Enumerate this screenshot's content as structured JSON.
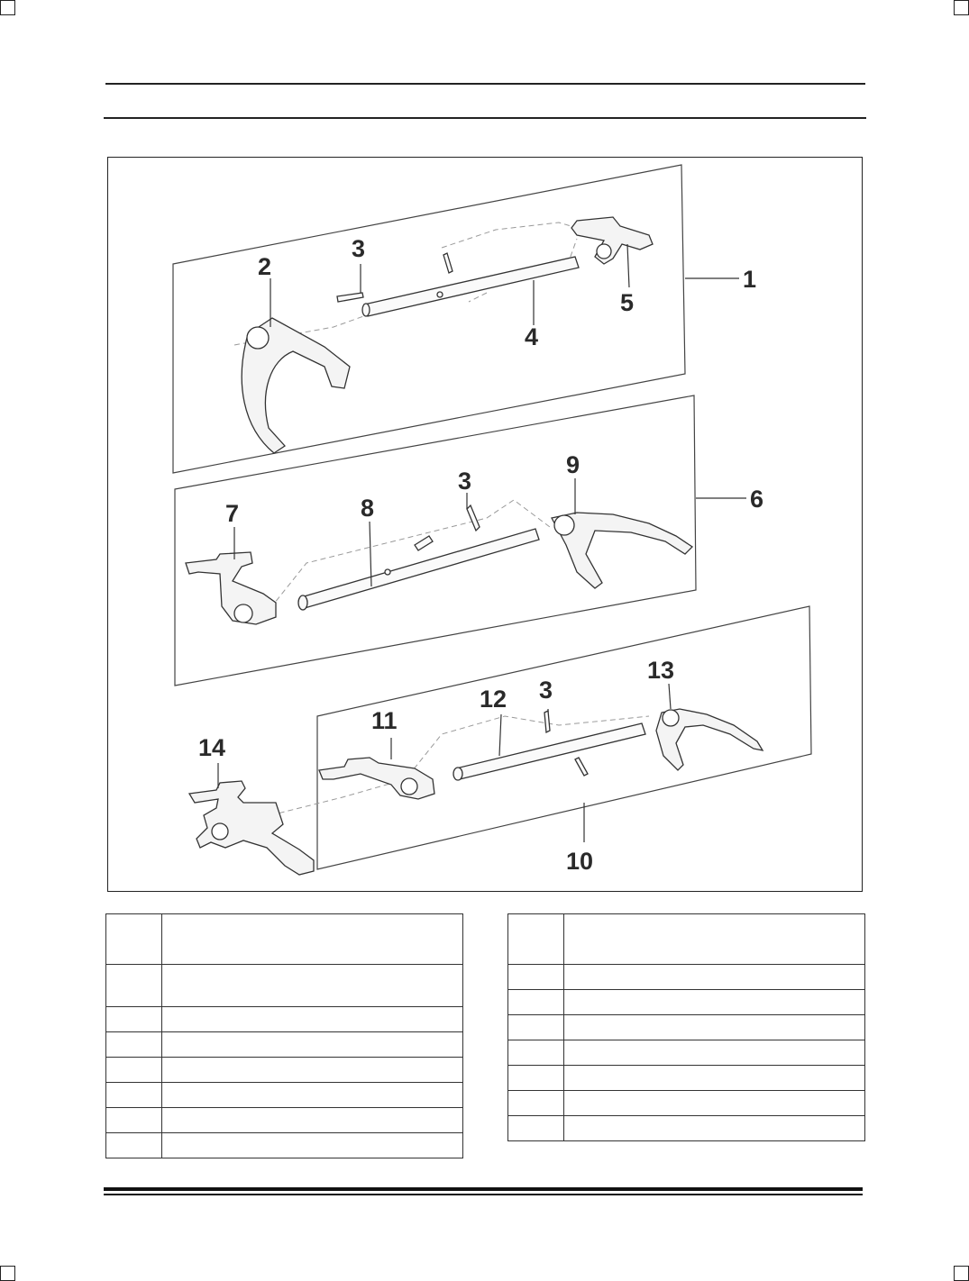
{
  "figure": {
    "callouts": {
      "c1": "1",
      "c2": "2",
      "c3a": "3",
      "c4": "4",
      "c5": "5",
      "c6": "6",
      "c7": "7",
      "c8": "8",
      "c3b": "3",
      "c9": "9",
      "c10": "10",
      "c11": "11",
      "c12": "12",
      "c3c": "3",
      "c13": "13",
      "c14": "14"
    }
  },
  "table_left": {
    "rows": [
      {
        "num": "",
        "desc": ""
      },
      {
        "num": "",
        "desc": ""
      },
      {
        "num": "",
        "desc": ""
      },
      {
        "num": "",
        "desc": ""
      },
      {
        "num": "",
        "desc": ""
      },
      {
        "num": "",
        "desc": ""
      },
      {
        "num": "",
        "desc": ""
      },
      {
        "num": "",
        "desc": ""
      }
    ]
  },
  "table_right": {
    "rows": [
      {
        "num": "",
        "desc": ""
      },
      {
        "num": "",
        "desc": ""
      },
      {
        "num": "",
        "desc": ""
      },
      {
        "num": "",
        "desc": ""
      },
      {
        "num": "",
        "desc": ""
      },
      {
        "num": "",
        "desc": ""
      },
      {
        "num": "",
        "desc": ""
      },
      {
        "num": "",
        "desc": ""
      }
    ]
  }
}
